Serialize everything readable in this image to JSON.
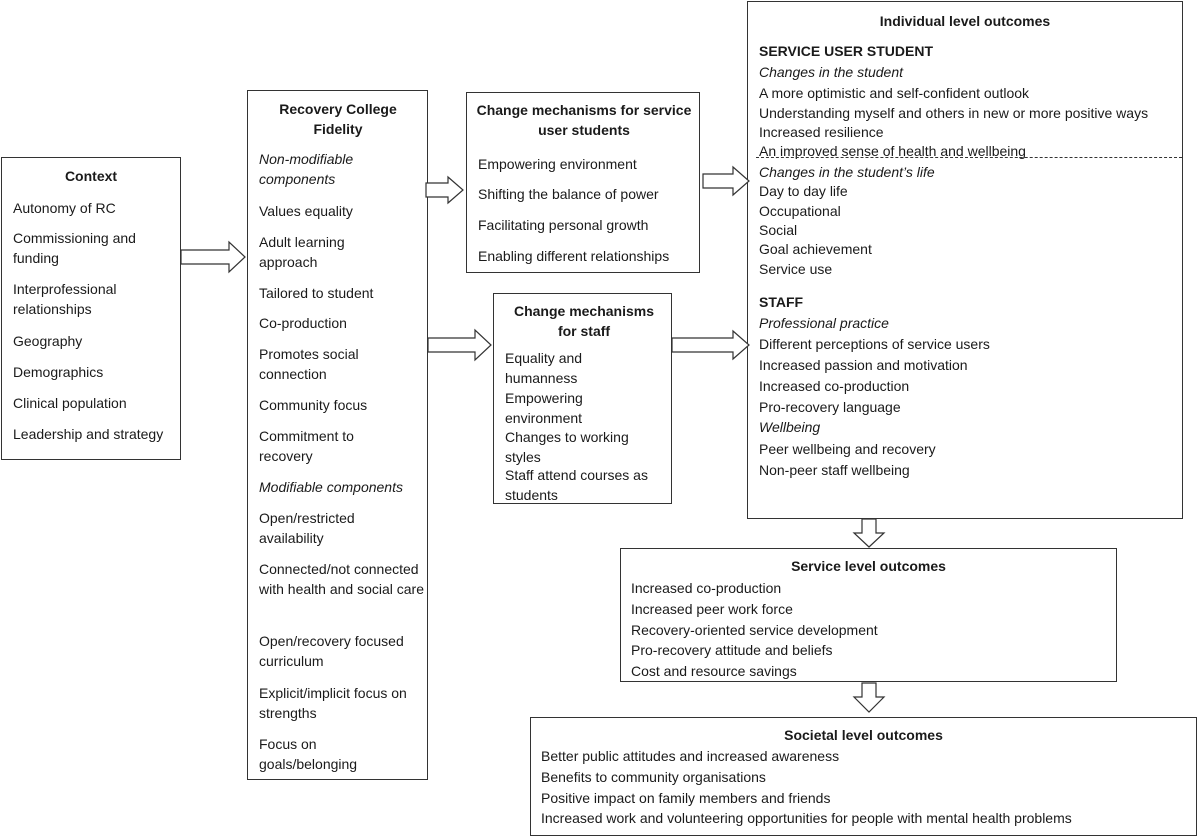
{
  "context": {
    "title": "Context",
    "items": [
      "Autonomy of RC",
      "Commissioning and funding",
      "Interprofessional relationships",
      "Geography",
      "Demographics",
      "Clinical population",
      "Leadership and strategy"
    ]
  },
  "fidelity": {
    "title": "Recovery College Fidelity",
    "non_modifiable_heading": "Non-modifiable components",
    "non_modifiable": [
      "Values equality",
      "Adult learning approach",
      "Tailored to student",
      "Co-production",
      "Promotes social connection",
      "Community focus",
      "Commitment to recovery"
    ],
    "modifiable_heading": "Modifiable components",
    "modifiable": [
      "Open/restricted availability",
      "Connected/not connected with health and social care",
      "Open/recovery focused curriculum",
      "Explicit/implicit focus on strengths",
      "Focus on goals/belonging"
    ]
  },
  "mech_students": {
    "title": "Change mechanisms for service user students",
    "items": [
      "Empowering environment",
      "Shifting the balance of power",
      "Facilitating personal growth",
      "Enabling different relationships"
    ]
  },
  "mech_staff": {
    "title": "Change mechanisms for staff",
    "items": [
      "Equality and humanness",
      "Empowering environment",
      "Changes to working styles",
      "Staff attend courses as students"
    ]
  },
  "individual": {
    "title": "Individual level outcomes",
    "student_heading": "SERVICE USER STUDENT",
    "changes_student_heading": "Changes in the student",
    "changes_student": [
      "A more optimistic and self-confident outlook",
      "Understanding myself and others in new or more positive ways",
      "Increased resilience",
      "An improved sense of health and wellbeing"
    ],
    "changes_life_heading": "Changes in the student’s life",
    "changes_life": [
      "Day to day life",
      "Occupational",
      "Social",
      "Goal achievement",
      "Service use"
    ],
    "staff_heading": "STAFF",
    "practice_heading": "Professional practice",
    "practice": [
      "Different perceptions of service users",
      "Increased passion and motivation",
      "Increased co-production",
      "Pro-recovery language"
    ],
    "wellbeing_heading": "Wellbeing",
    "wellbeing": [
      "Peer wellbeing and recovery",
      "Non-peer staff wellbeing"
    ]
  },
  "service": {
    "title": "Service level outcomes",
    "items": [
      "Increased co-production",
      "Increased peer work force",
      "Recovery-oriented service development",
      "Pro-recovery attitude and beliefs",
      "Cost and resource savings"
    ]
  },
  "societal": {
    "title": "Societal level outcomes",
    "items": [
      "Better public attitudes and increased awareness",
      "Benefits to community organisations",
      "Positive impact on family members and friends",
      "Increased work and volunteering opportunities for people with mental health problems"
    ]
  }
}
